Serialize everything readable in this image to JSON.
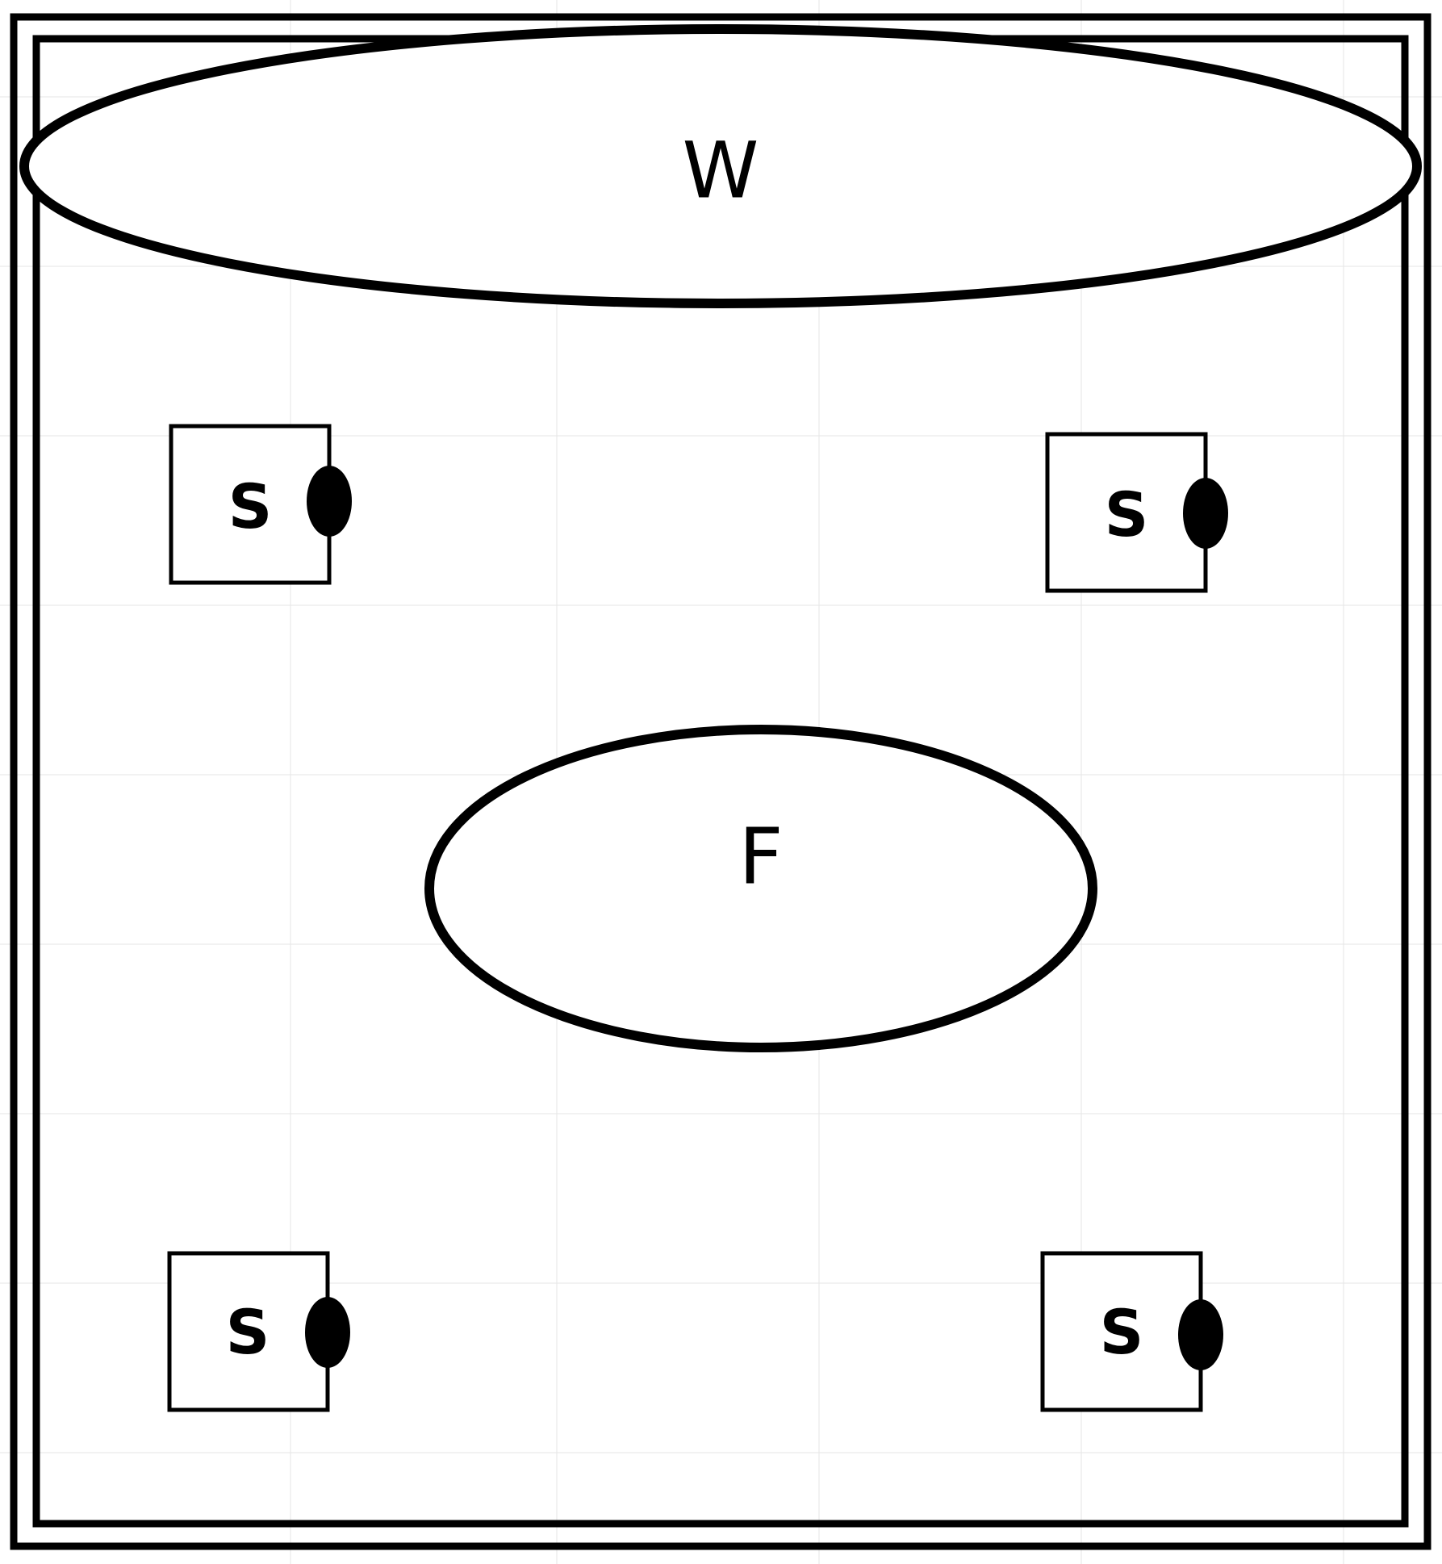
{
  "diagram": {
    "window_label": "W",
    "feature_label": "F",
    "stations": [
      {
        "label": "S"
      },
      {
        "label": "S"
      },
      {
        "label": "S"
      },
      {
        "label": "S"
      }
    ]
  },
  "colors": {
    "stroke": "#000000",
    "background": "#ffffff"
  }
}
